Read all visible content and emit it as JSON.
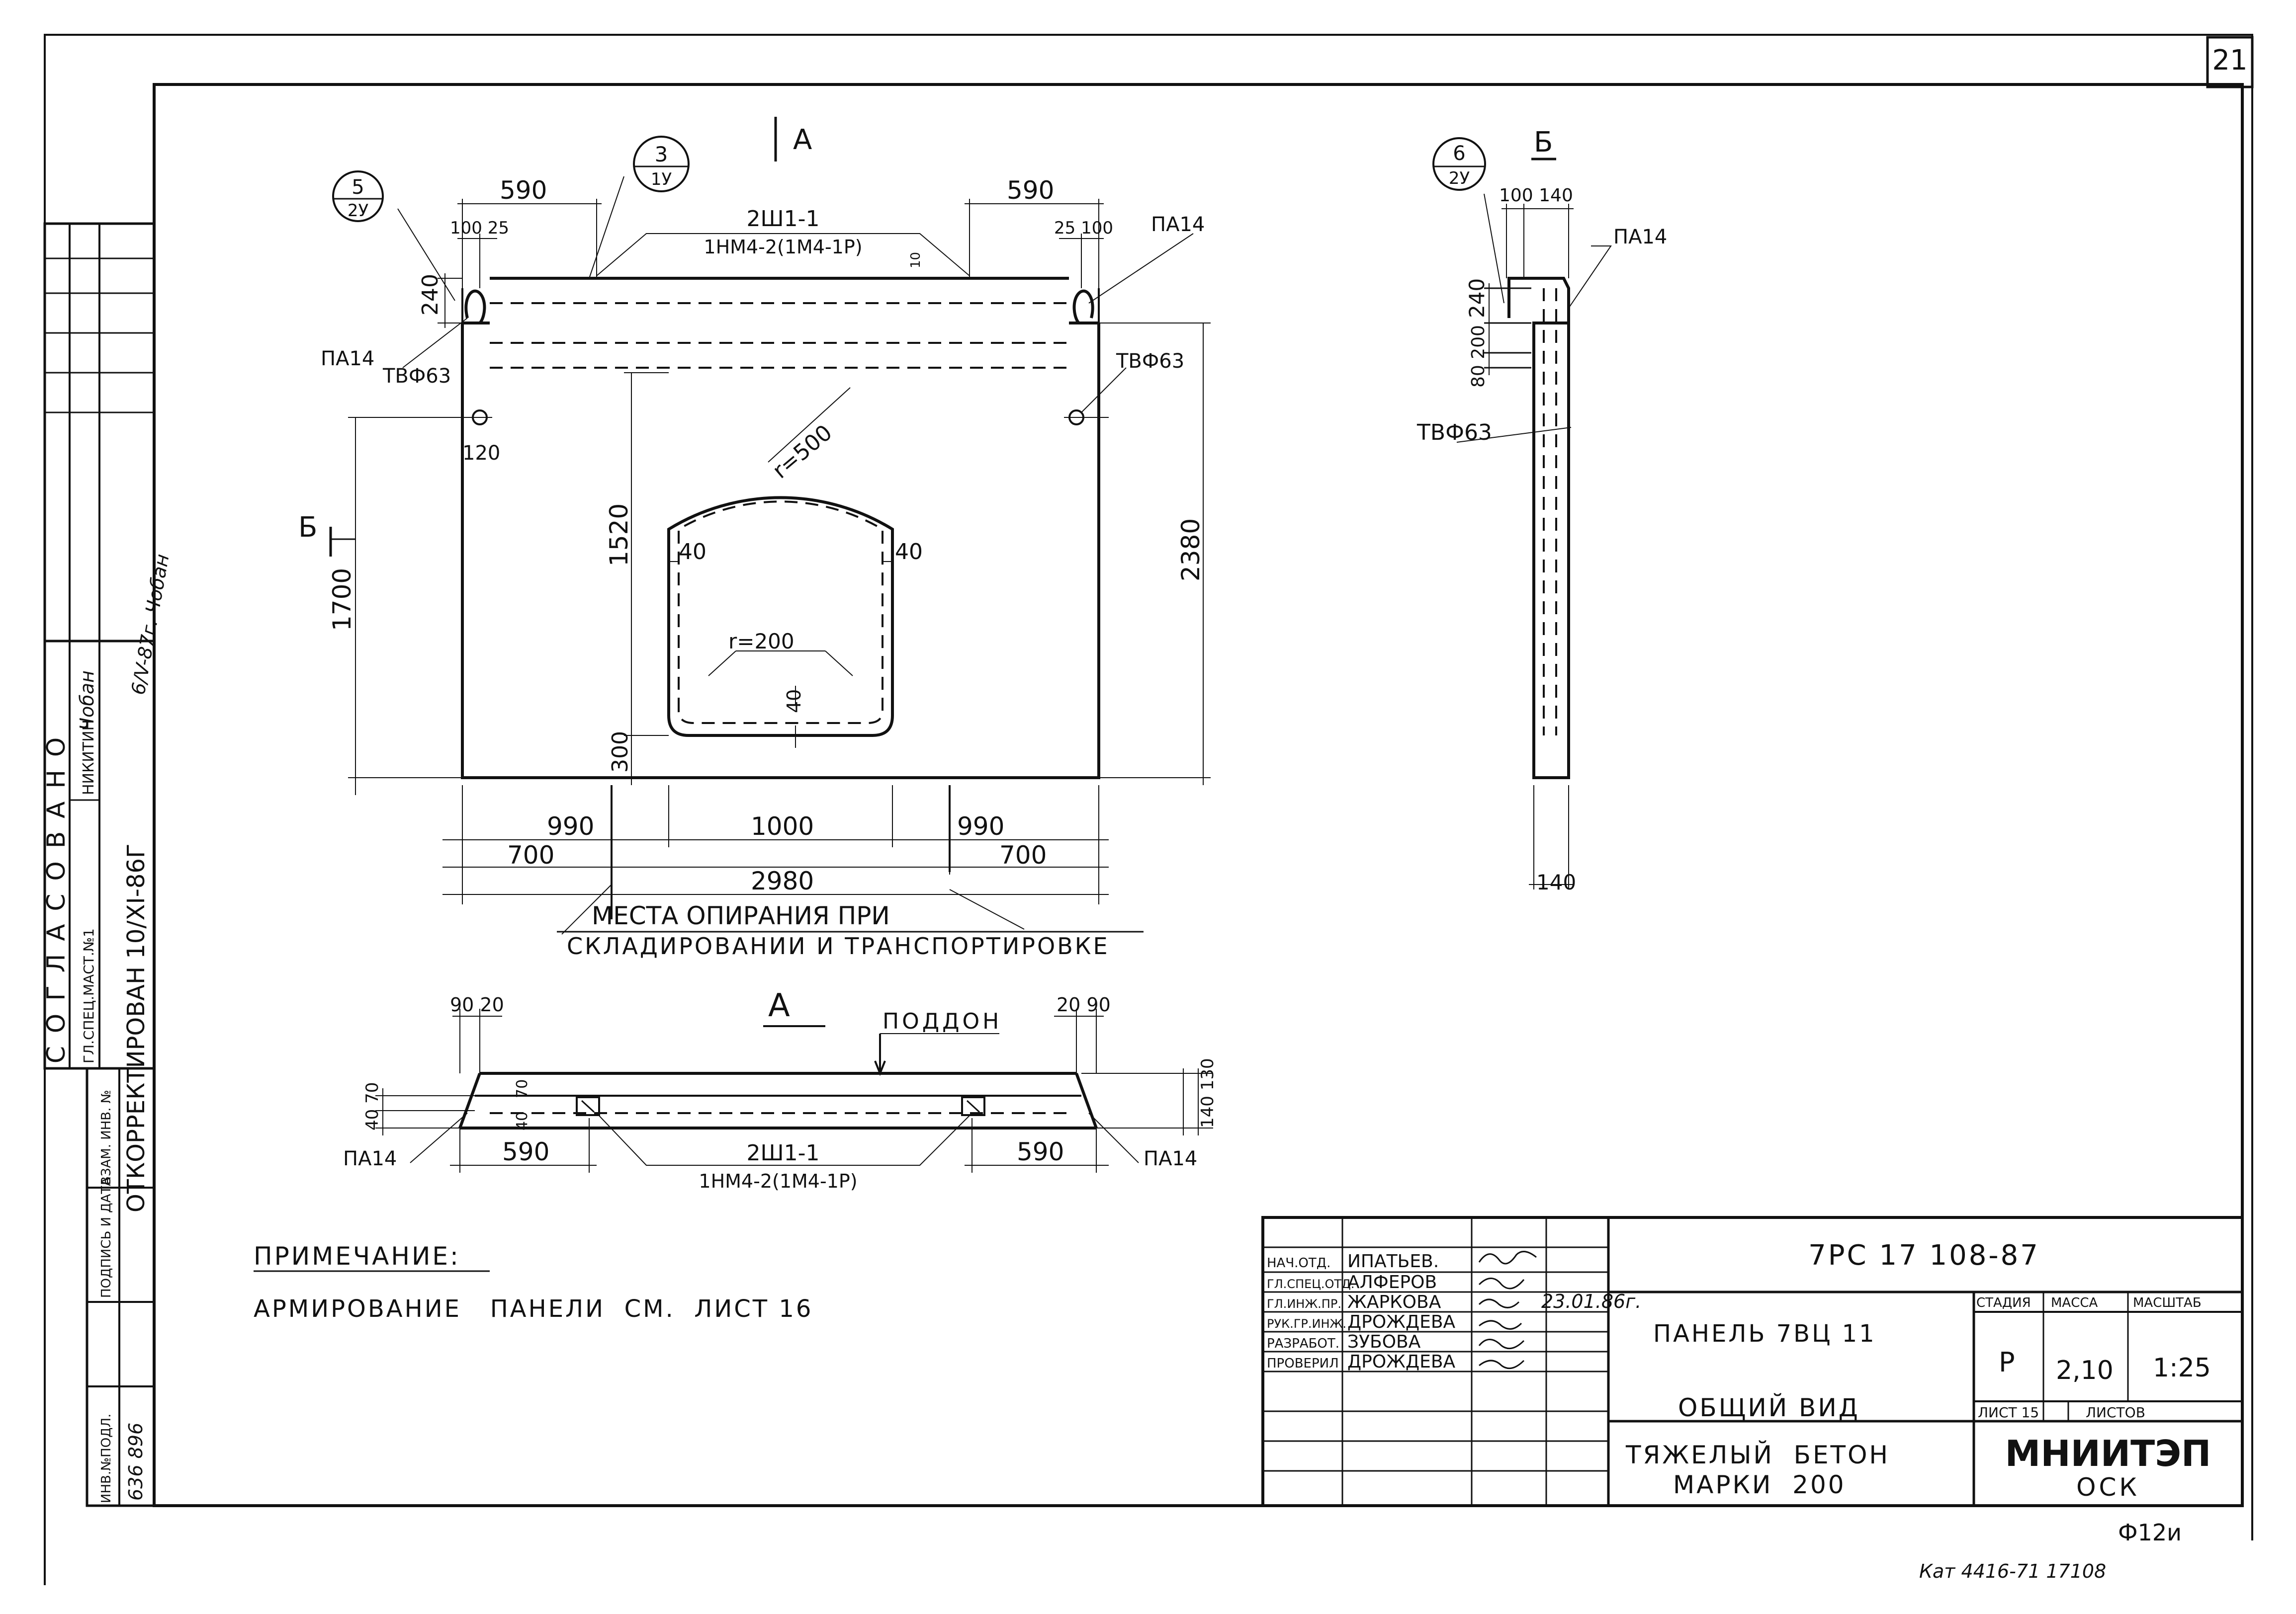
{
  "sheet": {
    "number": "21"
  },
  "approval": {
    "agreed": "СОГЛАСОВАНО",
    "role": "ГЛ.СПЕЦ.МАСТ.№1",
    "name": "НИКИТИН",
    "corrected": "ОТКОРРЕКТИРОВАН 10/XI-86Г",
    "hand_note_1": "Чобан",
    "hand_note_2": "6/V-87г. Чобан"
  },
  "left_columns": {
    "inv_podl": "ИНВ.№ПОДЛ.",
    "signature_date": "ПОДПИСЬ И ДАТА",
    "vzam_inv": "ВЗАМ. ИНВ. №",
    "inv_number": "636 896"
  },
  "views": {
    "main": {
      "section_mark_a": "А",
      "section_mark_b": "Б",
      "callout_left": {
        "number": "5",
        "sheet": "2У"
      },
      "callout_mid": {
        "number": "3",
        "sheet": "1У"
      },
      "top_left_590": "590",
      "top_right_590": "590",
      "top_left_small": "100 25",
      "top_right_small": "25 100",
      "frame_label_1": "2Ш1-1",
      "frame_label_2": "1НМ4-2(1М4-1Р)",
      "ten": "10",
      "dim_240": "240",
      "pa14_left": "ПА14",
      "pa14_right": "ПА14",
      "tv_left": "ТВФ63",
      "tv_right": "ТВФ63",
      "dim_120": "120",
      "r500": "r=500",
      "r200": "r=200",
      "dim_40_left": "40",
      "dim_40_right": "40",
      "dim_40_bottom": "40",
      "dim_1520": "1520",
      "dim_1700": "1700",
      "dim_2380": "2380",
      "dim_300": "300",
      "dim_990_left": "990",
      "dim_1000": "1000",
      "dim_990_right": "990",
      "dim_700_left": "700",
      "dim_700_right": "700",
      "dim_2980": "2980",
      "support_1": "МЕСТА ОПИРАНИЯ ПРИ",
      "support_2": "СКЛАДИРОВАНИИ И ТРАНСПОРТИРОВКЕ"
    },
    "side": {
      "callout": {
        "number": "6",
        "sheet": "2У"
      },
      "title": "Б",
      "top_dims": "100 140",
      "pa14": "ПА14",
      "dim_240": "240",
      "dim_80_200": "80 200",
      "tv": "ТВФ63",
      "dim_140": "140"
    },
    "section_a": {
      "title": "А",
      "pallet": "ПОДДОН",
      "left_top": "90 20",
      "right_top": "20 90",
      "left_side": "40 70",
      "mid_70": "70",
      "mid_40": "40",
      "right_side": "140 130",
      "dim_590_left": "590",
      "dim_590_right": "590",
      "pa14_left": "ПА14",
      "pa14_right": "ПА14",
      "frame_label_1": "2Ш1-1",
      "frame_label_2": "1НМ4-2(1М4-1Р)"
    }
  },
  "note": {
    "heading": "ПРИМЕЧАНИЕ:",
    "text": "АРМИРОВАНИЕ   ПАНЕЛИ  СМ.  ЛИСТ 16"
  },
  "title_block": {
    "code": "7РС 17 108-87",
    "staff": [
      {
        "role": "НАЧ.ОТД.",
        "name": "ИПАТЬЕВ."
      },
      {
        "role": "ГЛ.СПЕЦ.ОТД.",
        "name": "АЛФЕРОВ"
      },
      {
        "role": "ГЛ.ИНЖ.ПР.",
        "name": "ЖАРКОВА"
      },
      {
        "role": "РУК.ГР.ИНЖ.",
        "name": "ДРОЖДЕВА"
      },
      {
        "role": "РАЗРАБОТ.",
        "name": "ЗУБОВА"
      },
      {
        "role": "ПРОВЕРИЛ",
        "name": "ДРОЖДЕВА"
      }
    ],
    "sign_date": "23.01.86г.",
    "product": "ПАНЕЛЬ 7ВЦ 11",
    "view": "ОБЩИЙ ВИД",
    "material_1": "ТЯЖЕЛЫЙ  БЕТОН",
    "material_2": "МАРКИ  200",
    "stage_h": "СТАДИЯ",
    "mass_h": "МАССА",
    "scale_h": "МАСШТАБ",
    "stage": "Р",
    "mass": "2,10",
    "scale": "1:25",
    "sheet": "ЛИСТ 15",
    "sheets": "ЛИСТОВ",
    "org": "МНИИТЭП",
    "dept": "ОСК"
  },
  "footer": {
    "format": "Ф12и",
    "catalog": "Кат 4416-71 17108"
  }
}
